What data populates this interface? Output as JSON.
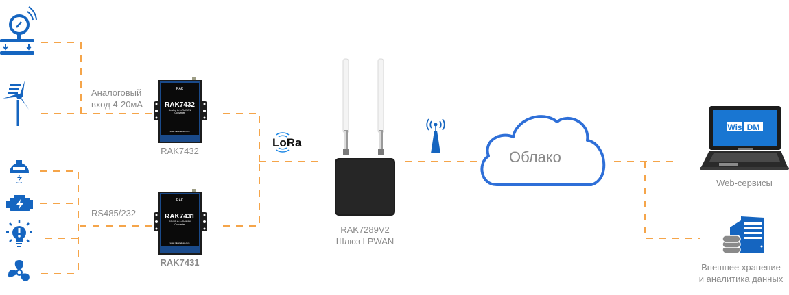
{
  "colors": {
    "connector": "#f5a54a",
    "icon_blue": "#1565c0",
    "cloud_blue": "#2e6fd8",
    "label_gray": "#8a8a8a",
    "device_dark": "#1c1c1c",
    "screen_blue": "#1976d2"
  },
  "sensors": [
    {
      "name": "pressure-gauge-icon"
    },
    {
      "name": "wind-turbine-icon"
    },
    {
      "name": "electric-meter-icon"
    },
    {
      "name": "engine-icon"
    },
    {
      "name": "light-bulb-icon"
    },
    {
      "name": "fan-icon"
    }
  ],
  "links": {
    "analog_label_line1": "Аналоговый",
    "analog_label_line2": "вход 4-20мА",
    "serial_label": "RS485/232"
  },
  "converters": [
    {
      "model": "RAK7432",
      "brand": "RAK",
      "desc1": "Analog to LoRaWAN",
      "desc2": "Converter",
      "url": "www.rakwireless.com",
      "caption": "RAK7432"
    },
    {
      "model": "RAK7431",
      "brand": "RAK",
      "desc1": "RS485 to LoRaWAN",
      "desc2": "Converter",
      "url": "www.rakwireless.com",
      "caption": "RAK7431"
    }
  ],
  "lora": {
    "logo_text": "LoRa"
  },
  "gateway": {
    "caption_line1": "RAK7289V2",
    "caption_line2": "Шлюз LPWAN"
  },
  "cloud": {
    "label": "Облако"
  },
  "web": {
    "logo_left": "Wis",
    "logo_right": "DM",
    "caption": "Web-сервисы"
  },
  "storage": {
    "caption_line1": "Внешнее хранение",
    "caption_line2": "и аналитика данных"
  }
}
